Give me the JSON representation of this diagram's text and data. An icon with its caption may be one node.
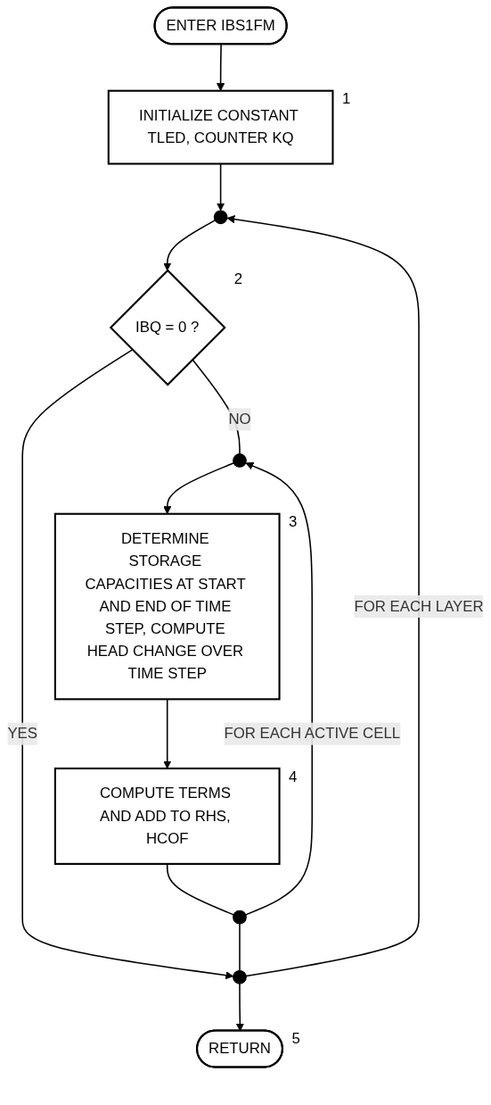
{
  "diagram": {
    "nodes": [
      {
        "text": [
          "ENTER IBS1FM"
        ]
      },
      {
        "text": [
          "INITIALIZE CONSTANT TLED, COUNTER KQ"
        ],
        "beside": [
          "1"
        ]
      },
      {
        "text": [],
        "shape": "circle"
      },
      {
        "text": [
          "IBQ = 0 ?"
        ],
        "beside": [
          "2"
        ]
      },
      {
        "text": [],
        "shape": "circle"
      },
      {
        "text": [
          "DETERMINE STORAGE CAPACITIES AT START AND END OF TIME STEP, COMPUTE HEAD CHANGE OVER TIME STEP"
        ],
        "beside": [
          "3"
        ]
      },
      {
        "text": [
          "COMPUTE TERMS AND ADD TO RHS, HCOF"
        ],
        "beside": [
          "4"
        ]
      },
      {
        "text": [],
        "shape": "circle"
      },
      {
        "text": [],
        "shape": "circle"
      },
      {
        "text": [
          "RETURN"
        ],
        "beside": [
          "5"
        ]
      }
    ],
    "edges": [
      {
        "from": 0,
        "to": 1,
        "arrow": "to"
      },
      {
        "from": 1,
        "to": 2,
        "arrow": "to"
      },
      {
        "from": 2,
        "to": 3,
        "arrow": "to"
      },
      {
        "from": 3,
        "to": 8,
        "arrow": "to",
        "label": "YES"
      },
      {
        "from": 3,
        "to": 4,
        "arrow": "none",
        "label": "NO"
      },
      {
        "from": 4,
        "to": 5,
        "arrow": "to"
      },
      {
        "from": 5,
        "to": 6,
        "arrow": "to"
      },
      {
        "from": 6,
        "to": 7,
        "arrow": "none"
      },
      {
        "from": 7,
        "to": 4,
        "arrow": "to",
        "label": "FOR EACH ACTIVE CELL"
      },
      {
        "from": 7,
        "to": 8,
        "arrow": "none"
      },
      {
        "from": 8,
        "to": 2,
        "arrow": "to",
        "label": "FOR EACH LAYER"
      },
      {
        "from": 8,
        "to": 9,
        "arrow": "to"
      }
    ]
  }
}
